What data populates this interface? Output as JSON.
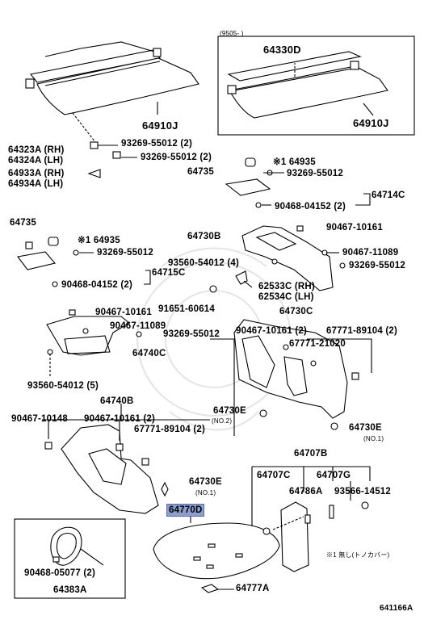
{
  "inset_note": "(9505-       )",
  "labels": {
    "p64330D": "64330D",
    "p64910J_a": "64910J",
    "p64910J_b": "64910J",
    "p93269_55012_2a": "93269-55012 (2)",
    "p93269_55012_2b": "93269-55012 (2)",
    "p64323A": "64323A (RH)",
    "p64324A": "64324A (LH)",
    "p64933A": "64933A (RH)",
    "p64934A": "64934A (LH)",
    "p64935_a": "※1 64935",
    "p64735_a": "64735",
    "p93269_55012_a": "93269-55012",
    "p64714C": "64714C",
    "p90468_04152_a": "90468-04152 (2)",
    "p64735_b": "64735",
    "p64935_b": "※1 64935",
    "p93269_55012_b": "93269-55012",
    "p90468_04152_b": "90468-04152 (2)",
    "p64715C": "64715C",
    "p90467_10161_a": "90467-10161",
    "p64730B": "64730B",
    "p90467_11089_a": "90467-11089",
    "p93560_54012_4": "93560-54012 (4)",
    "p93269_55012_c": "93269-55012",
    "p62533C": "62533C (RH)",
    "p62534C": "62534C (LH)",
    "p91651_60614": "91651-60614",
    "p64730C": "64730C",
    "p90467_10161_b": "90467-10161",
    "p90467_11089_b": "90467-11089",
    "p93269_55012_d": "93269-55012",
    "p64740C": "64740C",
    "p90467_10161_2a": "90467-10161 (2)",
    "p67771_89104_2a": "67771-89104 (2)",
    "p67771_21020": "67771-21020",
    "p93560_54012_5": "93560-54012 (5)",
    "p64740B": "64740B",
    "p64730E_a": "64730E",
    "no2": "(NO.2)",
    "p64730E_b": "64730E",
    "no1_a": "(NO.1)",
    "p90467_10148": "90467-10148",
    "p90467_10161_2b": "90467-10161 (2)",
    "p67771_89104_2b": "67771-89104 (2)",
    "p64707B": "64707B",
    "p64707C": "64707C",
    "p64707G": "64707G",
    "p64730E_c": "64730E",
    "no1_b": "(NO.1)",
    "p64786A": "64786A",
    "p93566_14512": "93566-14512",
    "p64770D": "64770D",
    "note": "※1 無し(トノカバー)",
    "p90468_05077": "90468-05077 (2)",
    "p64383A": "64383A",
    "p64777A": "64777A",
    "diagram_id": "641166A"
  },
  "colors": {
    "highlight": "#8a9fcf",
    "line": "#000000"
  }
}
